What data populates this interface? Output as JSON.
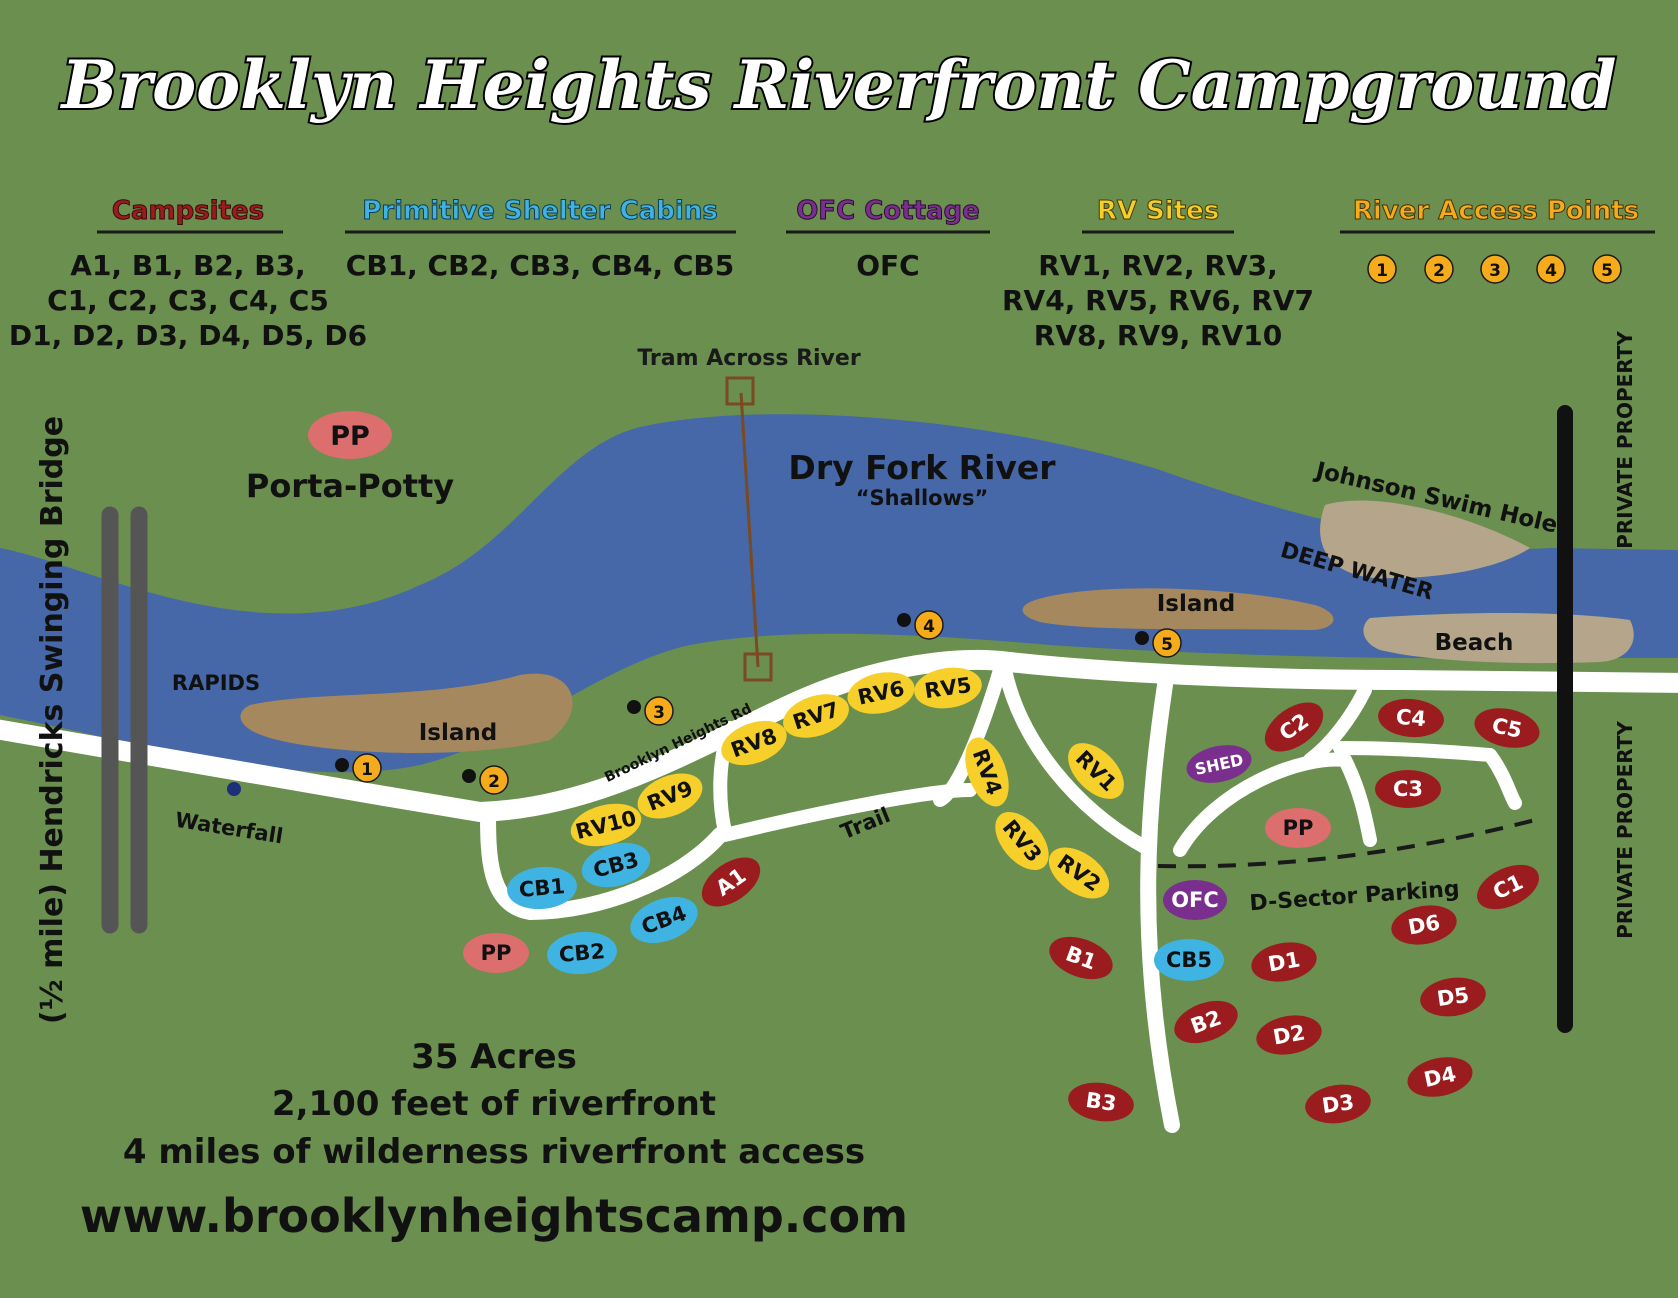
{
  "title": "Brooklyn Heights Riverfront Campground",
  "legend": {
    "campsites": {
      "heading": "Campsites",
      "lines": [
        "A1, B1, B2, B3,",
        "C1, C2, C3, C4, C5",
        "D1, D2, D3, D4, D5, D6"
      ]
    },
    "cabins": {
      "heading": "Primitive Shelter Cabins",
      "lines": [
        "CB1, CB2, CB3, CB4, CB5"
      ]
    },
    "cottage": {
      "heading": "OFC Cottage",
      "lines": [
        "OFC"
      ]
    },
    "rv": {
      "heading": "RV Sites",
      "lines": [
        "RV1, RV2, RV3,",
        "RV4, RV5, RV6, RV7",
        "RV8, RV9, RV10"
      ]
    },
    "access": {
      "heading": "River Access Points",
      "points": [
        "1",
        "2",
        "3",
        "4",
        "5"
      ]
    }
  },
  "labels": {
    "tram": "Tram Across River",
    "river_name": "Dry Fork River",
    "river_sub": "“Shallows”",
    "porta_potty": "Porta-Potty",
    "bridge": "(½ mile) Hendricks Swinging Bridge",
    "rapids": "RAPIDS",
    "island_west": "Island",
    "island_east": "Island",
    "swim_hole": "Johnson Swim Hole",
    "deep_water": "DEEP WATER",
    "beach": "Beach",
    "waterfall": "Waterfall",
    "road": "Brooklyn Heights Rd",
    "trail": "Trail",
    "parking": "D-Sector Parking",
    "private_top": "PRIVATE PROPERTY",
    "private_bottom": "PRIVATE PROPERTY"
  },
  "facts": {
    "acres": "35 Acres",
    "riverfront": "2,100 feet of riverfront",
    "wilderness": "4 miles of wilderness riverfront access",
    "website": "www.brooklynheightscamp.com"
  },
  "markers": {
    "pp_legend": "PP",
    "pp1": "PP",
    "pp2": "PP",
    "shed": "SHED",
    "ofc": "OFC",
    "a1": "A1",
    "b1": "B1",
    "b2": "B2",
    "b3": "B3",
    "c1": "C1",
    "c2": "C2",
    "c3": "C3",
    "c4": "C4",
    "c5": "C5",
    "d1": "D1",
    "d2": "D2",
    "d3": "D3",
    "d4": "D4",
    "d5": "D5",
    "d6": "D6",
    "cb1": "CB1",
    "cb2": "CB2",
    "cb3": "CB3",
    "cb4": "CB4",
    "cb5": "CB5",
    "rv1": "RV1",
    "rv2": "RV2",
    "rv3": "RV3",
    "rv4": "RV4",
    "rv5": "RV5",
    "rv6": "RV6",
    "rv7": "RV7",
    "rv8": "RV8",
    "rv9": "RV9",
    "rv10": "RV10",
    "ap1": "1",
    "ap2": "2",
    "ap3": "3",
    "ap4": "4",
    "ap5": "5"
  },
  "colors": {
    "grass": "#6a8f4f",
    "river": "#4667a8",
    "sand": "#a6885f",
    "beach": "#b5a58a",
    "road": "#ffffff",
    "campsite": "#9b1c1f",
    "cabin": "#3fb4e2",
    "cottage": "#7a2f8e",
    "rv": "#f6cf2b",
    "access": "#f6ab1c",
    "porta_potty": "#dc6e6e",
    "bridge": "#555555"
  }
}
